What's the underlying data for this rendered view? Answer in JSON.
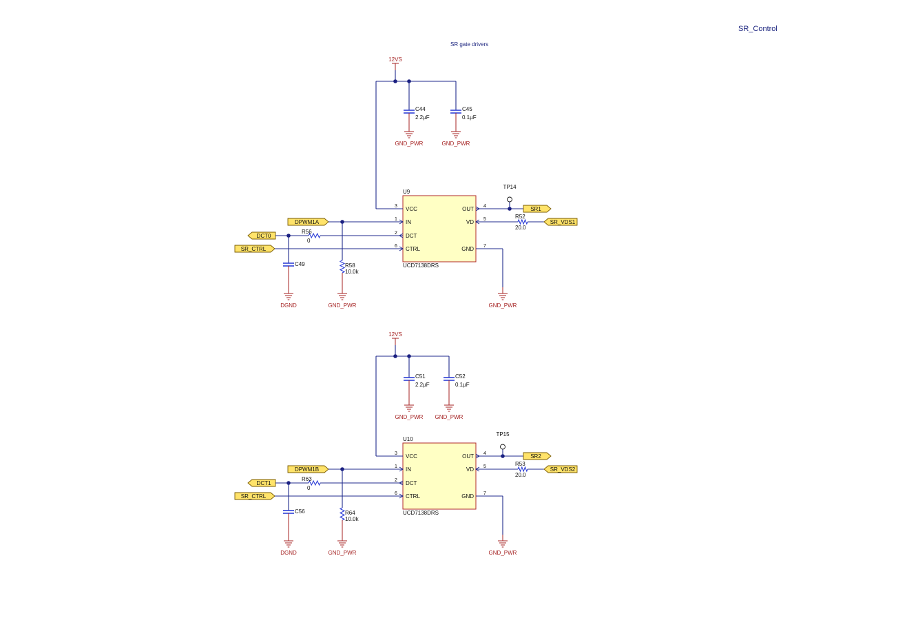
{
  "sheet": {
    "title": "SR_Control",
    "subtitle": "SR gate drivers"
  },
  "colors": {
    "wire": "#1f2a8c",
    "power": "#a52222",
    "ic_fill": "#ffffc4",
    "port_fill": "#ffe36a"
  },
  "drivers": [
    {
      "ref": "U9",
      "part": "UCD7138DRS",
      "vcc_rail": "12VS",
      "caps": [
        {
          "ref": "C44",
          "value": "2.2µF",
          "gnd": "GND_PWR"
        },
        {
          "ref": "C45",
          "value": "0.1µF",
          "gnd": "GND_PWR"
        }
      ],
      "pins": [
        {
          "num": "3",
          "name": "VCC"
        },
        {
          "num": "1",
          "name": "IN"
        },
        {
          "num": "2",
          "name": "DCT"
        },
        {
          "num": "6",
          "name": "CTRL"
        },
        {
          "num": "4",
          "name": "OUT"
        },
        {
          "num": "5",
          "name": "VD"
        },
        {
          "num": "7",
          "name": "GND"
        }
      ],
      "testpoint": "TP14",
      "ports": {
        "in": "DPWM1A",
        "dct": "DCT0",
        "ctrl": "SR_CTRL",
        "out": "SR1",
        "vd": "SR_VDS1"
      },
      "r_dct": {
        "ref": "R56",
        "value": "0"
      },
      "r_in": {
        "ref": "R58",
        "value": "10.0k",
        "gnd": "GND_PWR"
      },
      "r_vd": {
        "ref": "R52",
        "value": "20.0"
      },
      "c_dct": {
        "ref": "C49",
        "gnd": "DGND"
      },
      "gnd_label": "GND_PWR"
    },
    {
      "ref": "U10",
      "part": "UCD7138DRS",
      "vcc_rail": "12VS",
      "caps": [
        {
          "ref": "C51",
          "value": "2.2µF",
          "gnd": "GND_PWR"
        },
        {
          "ref": "C52",
          "value": "0.1µF",
          "gnd": "GND_PWR"
        }
      ],
      "pins": [
        {
          "num": "3",
          "name": "VCC"
        },
        {
          "num": "1",
          "name": "IN"
        },
        {
          "num": "2",
          "name": "DCT"
        },
        {
          "num": "6",
          "name": "CTRL"
        },
        {
          "num": "4",
          "name": "OUT"
        },
        {
          "num": "5",
          "name": "VD"
        },
        {
          "num": "7",
          "name": "GND"
        }
      ],
      "testpoint": "TP15",
      "ports": {
        "in": "DPWM1B",
        "dct": "DCT1",
        "ctrl": "SR_CTRL",
        "out": "SR2",
        "vd": "SR_VDS2"
      },
      "r_dct": {
        "ref": "R63",
        "value": "0"
      },
      "r_in": {
        "ref": "R64",
        "value": "10.0k",
        "gnd": "GND_PWR"
      },
      "r_vd": {
        "ref": "R53",
        "value": "20.0"
      },
      "c_dct": {
        "ref": "C56",
        "gnd": "DGND"
      },
      "gnd_label": "GND_PWR"
    }
  ]
}
